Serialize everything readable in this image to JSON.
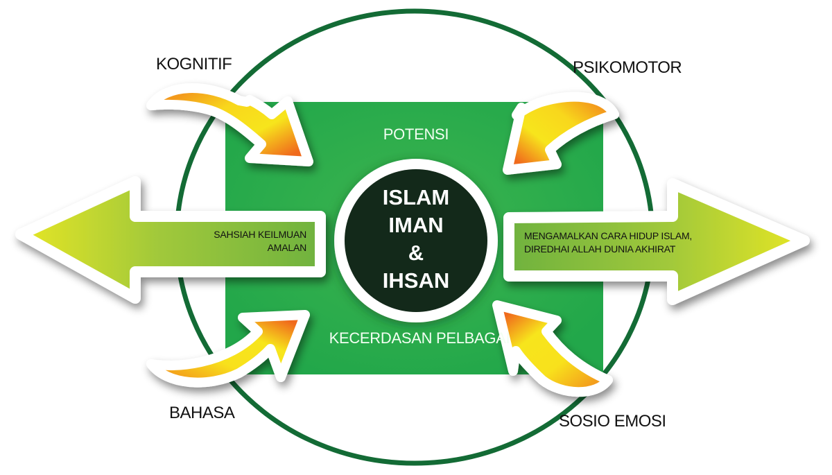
{
  "diagram": {
    "center": {
      "lines": [
        "ISLAM",
        "IMAN",
        "&",
        "IHSAN"
      ]
    },
    "square": {
      "top_label": "POTENSI",
      "bottom_label": "KECERDASAN PELBAGAI"
    },
    "inputs": [
      {
        "label": "KOGNITIF",
        "position": "top-left"
      },
      {
        "label": "PSIKOMOTOR",
        "position": "top-right"
      },
      {
        "label": "BAHASA",
        "position": "bottom-left"
      },
      {
        "label": "SOSIO EMOSI",
        "position": "bottom-right"
      }
    ],
    "outputs": {
      "left": {
        "lines": [
          "SAHSIAH KEILMUAN",
          "AMALAN"
        ]
      },
      "right": {
        "lines": [
          "MENGAMALKAN CARA HIDUP ISLAM,",
          "DIREDHAI ALLAH DUNIA AKHIRAT"
        ]
      }
    },
    "colors": {
      "ring": "#136b35",
      "square": "#22a74a",
      "square_highlight": "#3db54f",
      "core": "#13291a",
      "yellow": "#f7e51c",
      "orange": "#f06a1e",
      "lime_light": "#e6e625",
      "lime_dark": "#6fb23f"
    }
  }
}
